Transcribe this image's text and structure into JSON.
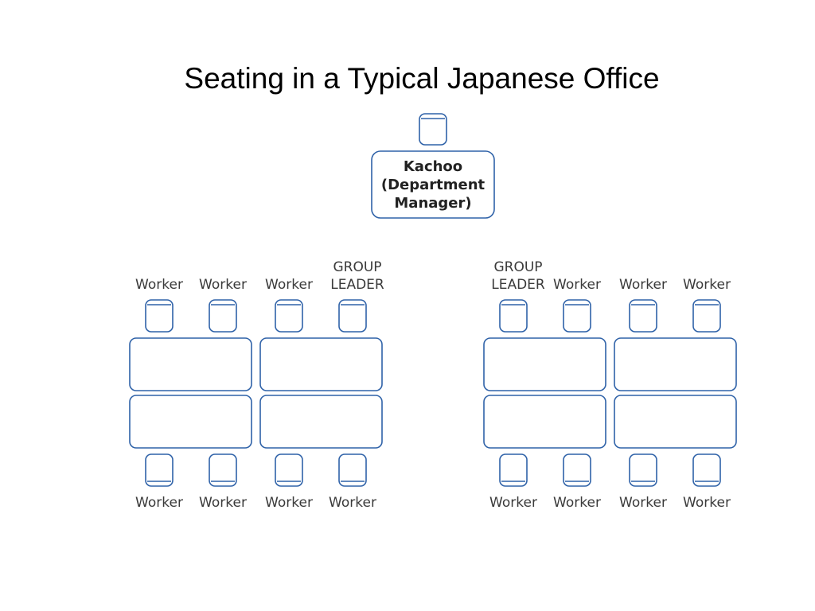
{
  "title": "Seating in a Typical Japanese Office",
  "colors": {
    "outline": "#2f62a8",
    "text": "#3a3a3a"
  },
  "manager": {
    "lines": [
      "Kachoo",
      "(Department",
      "Manager)"
    ]
  },
  "groups": [
    {
      "top_labels": [
        "Worker",
        "Worker",
        "Worker",
        "GROUP LEADER"
      ],
      "bottom_labels": [
        "Worker",
        "Worker",
        "Worker",
        "Worker"
      ]
    },
    {
      "top_labels": [
        "GROUP LEADER",
        "Worker",
        "Worker",
        "Worker"
      ],
      "bottom_labels": [
        "Worker",
        "Worker",
        "Worker",
        "Worker"
      ]
    }
  ]
}
